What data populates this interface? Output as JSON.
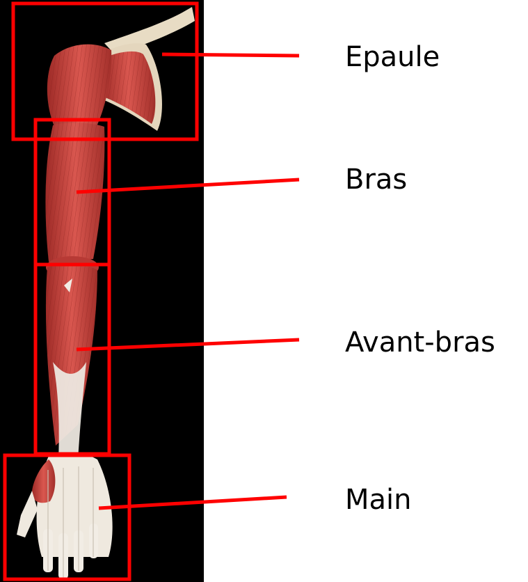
{
  "diagram": {
    "background_color": "#000000",
    "muscle_color": "#c8423f",
    "muscle_dark": "#8e2220",
    "tendon_color": "#eeeae4",
    "box_color": "#ff0000",
    "labels": {
      "shoulder": "Epaule",
      "arm": "Bras",
      "forearm": "Avant-bras",
      "hand": "Main"
    }
  }
}
